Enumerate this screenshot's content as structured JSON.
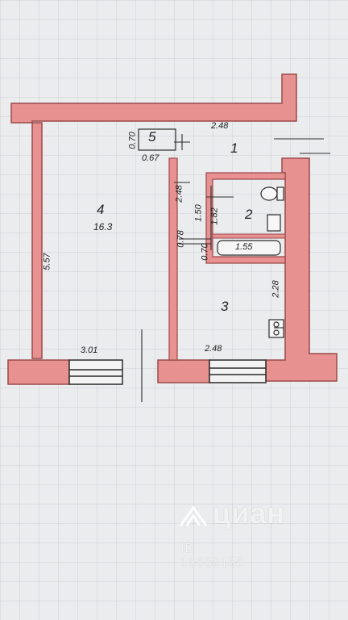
{
  "rooms": [
    {
      "number": "1",
      "area": ""
    },
    {
      "number": "2",
      "area": ""
    },
    {
      "number": "3",
      "area": ""
    },
    {
      "number": "4",
      "area": "16.3"
    },
    {
      "number": "5",
      "area": ""
    }
  ],
  "dimensions": {
    "top_corridor_width": "2.48",
    "room4_height": "5.57",
    "room4_bottom_width": "3.01",
    "room3_bottom_width": "2.48",
    "partition_height": "2.48",
    "room3_height": "2.28",
    "closet_height": "0.70",
    "closet_width": "0.67",
    "bath_height": "1.50",
    "bath_side": "1.82",
    "wall_gap": "0.78",
    "bath_inner": "0.70",
    "tub_length": "1.55"
  },
  "watermark": {
    "brand": "циан",
    "id_text": "ID 13852158"
  },
  "colors": {
    "wall_fill": "#e89191",
    "wall_stroke": "#9a4a4a",
    "line": "#2b2b2b"
  }
}
